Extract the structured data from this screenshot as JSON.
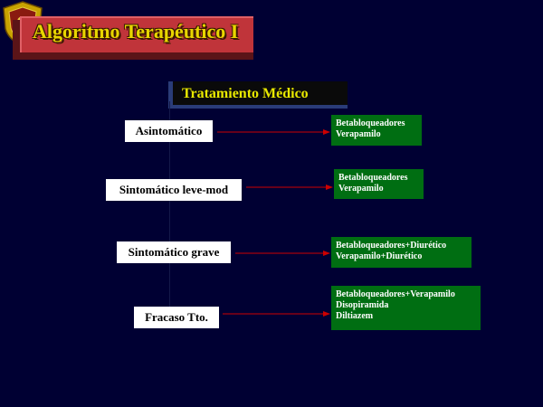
{
  "title": "Algoritmo Terapéutico I",
  "section_title": "Tratamiento Médico",
  "colors": {
    "background": "#000033",
    "title_box": "#c0343a",
    "title_text": "#e8d600",
    "header_text": "#e8e800",
    "arrow": "#cc0000",
    "treatment_box": "#006e12"
  },
  "conditions": [
    {
      "label": "Asintomático",
      "treatments": [
        "Betabloqueadores",
        "Verapamilo"
      ]
    },
    {
      "label": "Sintomático leve-mod",
      "treatments": [
        "Betabloqueadores",
        "Verapamilo"
      ]
    },
    {
      "label": "Sintomático grave",
      "treatments": [
        "Betabloqueadores+Diurético",
        "Verapamilo+Diurético"
      ]
    },
    {
      "label": "Fracaso Tto.",
      "treatments": [
        "Betabloqueadores+Verapamilo",
        "Disopiramida",
        "Diltiazem"
      ]
    }
  ]
}
